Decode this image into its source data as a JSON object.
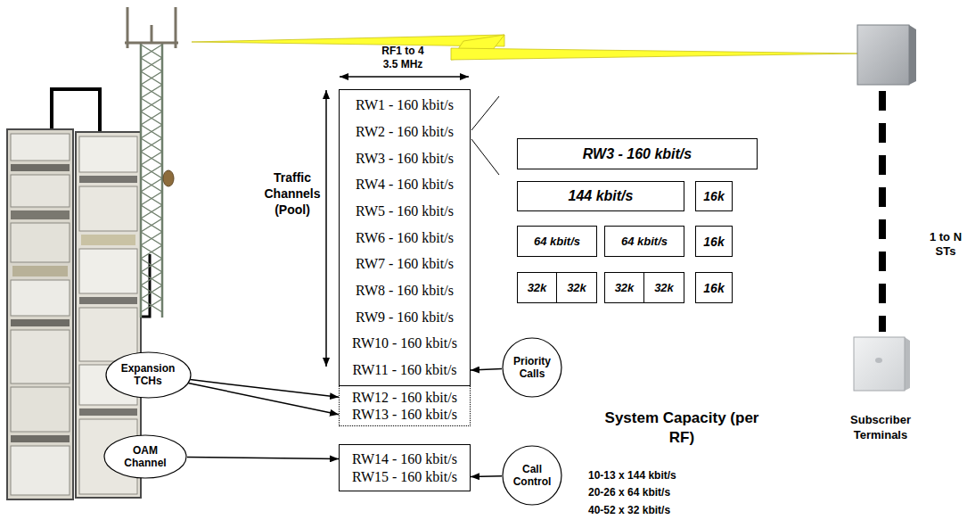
{
  "diagram": {
    "nodes": [
      {
        "text": [
          "RW1 - 160 kbit/s",
          "RW2 - 160 kbit/s",
          "RW3 - 160 kbit/s",
          "RW4 - 160 kbit/s",
          "RW5 - 160 kbit/s",
          "RW6 - 160 kbit/s",
          "RW7 - 160 kbit/s",
          "RW8 - 160 kbit/s",
          "RW9 - 160 kbit/s",
          "RW10 - 160 kbit/s",
          "RW11 - 160 kbit/s"
        ]
      },
      {
        "text": [
          "RW12 - 160 kbit/s",
          "RW13 - 160 kbit/s"
        ]
      },
      {
        "text": [
          "RW14 - 160 kbit/s",
          "RW15 - 160 kbit/s"
        ]
      },
      {
        "text": [
          "RW3 - 160 kbit/s"
        ]
      },
      {
        "text": [
          "144 kbit/s"
        ]
      },
      {
        "text": [
          "16k"
        ]
      },
      {
        "text": [
          "64 kbit/s"
        ]
      },
      {
        "text": [
          "64 kbit/s"
        ]
      },
      {
        "text": [
          "16k"
        ]
      },
      {
        "text": [
          "32k"
        ]
      },
      {
        "text": [
          "32k"
        ]
      },
      {
        "text": [
          "32k"
        ]
      },
      {
        "text": [
          "32k"
        ]
      },
      {
        "text": [
          "16k"
        ]
      },
      {
        "text": [
          "Expansion TCHs"
        ]
      },
      {
        "text": [
          "Priority Calls"
        ]
      },
      {
        "text": [
          "OAM Channel"
        ]
      },
      {
        "text": [
          "Call Control"
        ]
      }
    ],
    "edges": [
      {
        "from": 14,
        "to": 1,
        "arrow": "to"
      },
      {
        "from": 14,
        "to": 1,
        "arrow": "to"
      },
      {
        "from": 15,
        "to": 0,
        "arrow": "to"
      },
      {
        "from": 16,
        "to": 2,
        "arrow": "to"
      },
      {
        "from": 17,
        "to": 2,
        "arrow": "to"
      }
    ],
    "labels": [
      "RF1 to 4 3.5 MHz",
      "Traffic Channels (Pool)",
      "System Capacity (per RF)",
      "10-13 x 144 kbit/s",
      "20-26 x 64 kbit/s",
      "40-52 x 32 kbit/s",
      "1 to N STs",
      "Subscriber Terminals"
    ]
  }
}
